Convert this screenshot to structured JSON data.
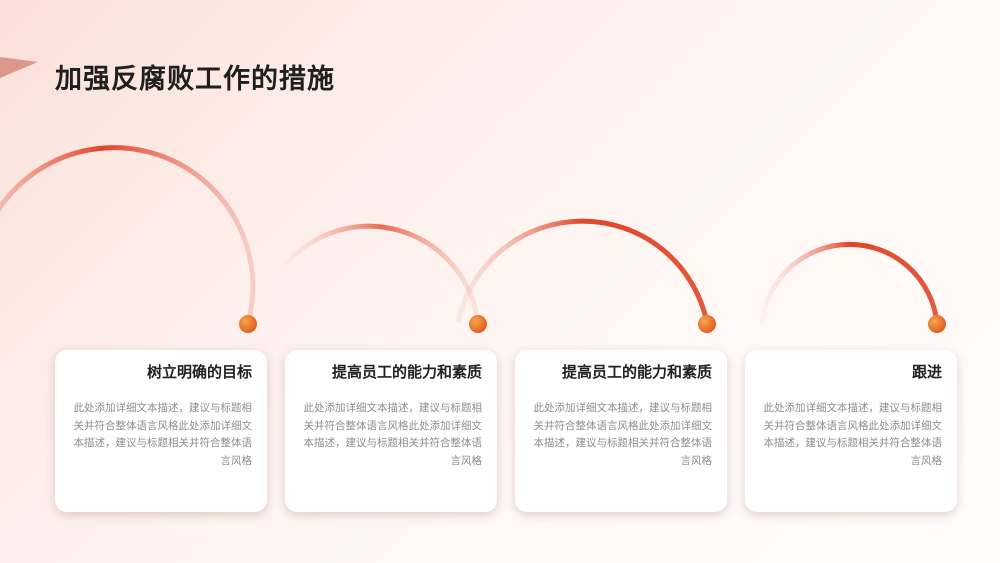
{
  "slide": {
    "title": "加强反腐败工作的措施"
  },
  "steps": [
    {
      "title": "树立明确的目标",
      "desc": "此处添加详细文本描述，建议与标题相关并符合整体语言风格此处添加详细文本描述，建议与标题相关并符合整体语言风格"
    },
    {
      "title": "提高员工的能力和素质",
      "desc": "此处添加详细文本描述，建议与标题相关并符合整体语言风格此处添加详细文本描述，建议与标题相关并符合整体语言风格"
    },
    {
      "title": "提高员工的能力和素质",
      "desc": "此处添加详细文本描述，建议与标题相关并符合整体语言风格此处添加详细文本描述，建议与标题相关并符合整体语言风格"
    },
    {
      "title": "跟进",
      "desc": "此处添加详细文本描述，建议与标题相关并符合整体语言风格此处添加详细文本描述，建议与标题相关并符合整体语言风格"
    }
  ],
  "colors": {
    "accent": "#e0452a",
    "node": "#ea7a2c",
    "title_text": "#1f1f1f",
    "desc_text": "#8d8d8d"
  }
}
